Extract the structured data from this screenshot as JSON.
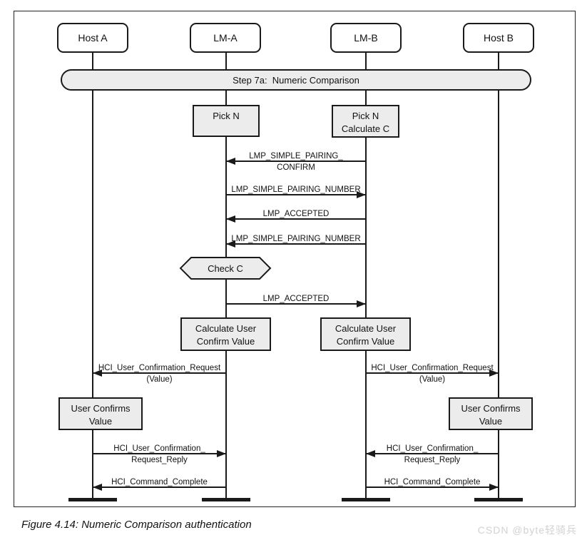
{
  "actors": [
    {
      "label": "Host A"
    },
    {
      "label": "LM-A"
    },
    {
      "label": "LM-B"
    },
    {
      "label": "Host B"
    }
  ],
  "banner": {
    "label": "Step 7a:  Numeric Comparison"
  },
  "boxes": {
    "pick_n": {
      "line1": "Pick N"
    },
    "pick_n_calc": {
      "line1": "Pick N",
      "line2": "Calculate C"
    },
    "calc_user_a": {
      "line1": "Calculate User",
      "line2": "Confirm Value"
    },
    "calc_user_b": {
      "line1": "Calculate User",
      "line2": "Confirm Value"
    },
    "user_confirms_a": {
      "line1": "User Confirms",
      "line2": "Value"
    },
    "user_confirms_b": {
      "line1": "User Confirms",
      "line2": "Value"
    }
  },
  "hexagon": {
    "label": "Check C"
  },
  "messages": [
    {
      "line1": "LMP_SIMPLE_PAIRING_",
      "line2": "CONFIRM",
      "direction": "left",
      "from": "LM-B",
      "to": "LM-A"
    },
    {
      "line1": "LMP_SIMPLE_PAIRING_NUMBER",
      "direction": "right",
      "from": "LM-A",
      "to": "LM-B"
    },
    {
      "line1": "LMP_ACCEPTED",
      "direction": "left",
      "from": "LM-B",
      "to": "LM-A"
    },
    {
      "line1": "LMP_SIMPLE_PAIRING_NUMBER",
      "direction": "left",
      "from": "LM-B",
      "to": "LM-A"
    },
    {
      "line1": "LMP_ACCEPTED",
      "direction": "right",
      "from": "LM-A",
      "to": "LM-B"
    },
    {
      "line1": "HCI_User_Confirmation_Request",
      "line2": "(Value)",
      "direction": "left",
      "from": "LM-A",
      "to": "Host A"
    },
    {
      "line1": "HCI_User_Confirmation_Request",
      "line2": "(Value)",
      "direction": "right",
      "from": "LM-B",
      "to": "Host B"
    },
    {
      "line1": "HCI_User_Confirmation_",
      "line2": "Request_Reply",
      "direction": "right",
      "from": "Host A",
      "to": "LM-A"
    },
    {
      "line1": "HCI_User_Confirmation_",
      "line2": "Request_Reply",
      "direction": "left",
      "from": "Host B",
      "to": "LM-B"
    },
    {
      "line1": "HCI_Command_Complete",
      "direction": "left",
      "from": "LM-A",
      "to": "Host A"
    },
    {
      "line1": "HCI_Command_Complete",
      "direction": "right",
      "from": "LM-B",
      "to": "Host B"
    }
  ],
  "footer": {
    "caption": "Figure 4.14: Numeric Comparison authentication",
    "watermark": "CSDN @byte轻骑兵"
  },
  "colors": {
    "stroke": "#1a1a1a",
    "process_fill": "#ececec",
    "watermark": "#d2d2d2"
  }
}
